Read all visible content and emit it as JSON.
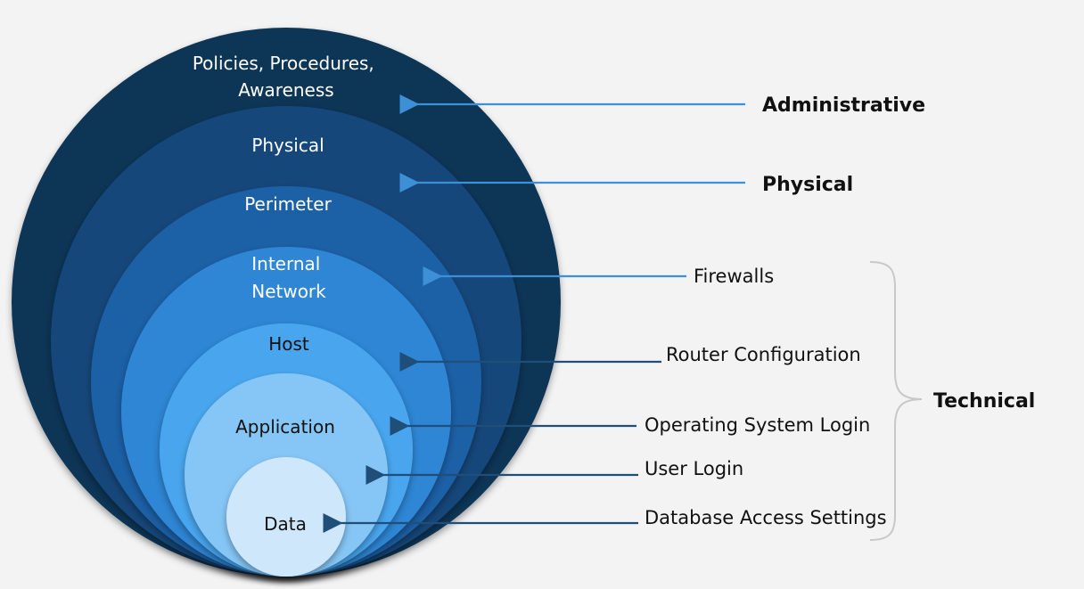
{
  "layers": [
    {
      "lines": [
        "Policies, Procedures,",
        "Awareness"
      ],
      "fill": "#0f3557",
      "text_color": "#ffffff"
    },
    {
      "lines": [
        "Physical"
      ],
      "fill": "#12477a",
      "text_color": "#ffffff"
    },
    {
      "lines": [
        "Perimeter"
      ],
      "fill": "#1a61a6",
      "text_color": "#ffffff"
    },
    {
      "lines": [
        "Internal",
        "Network"
      ],
      "fill": "#2f86d4",
      "text_color": "#ffffff"
    },
    {
      "lines": [
        "Host"
      ],
      "fill": "#4aa6ee",
      "text_color": "#111111"
    },
    {
      "lines": [
        "Application"
      ],
      "fill": "#86c6f6",
      "text_color": "#111111"
    },
    {
      "lines": [
        "Data"
      ],
      "fill": "#cfe7fb",
      "text_color": "#111111"
    }
  ],
  "categories": {
    "administrative": "Administrative",
    "physical": "Physical",
    "technical": "Technical"
  },
  "controls": [
    "Firewalls",
    "Router Configuration",
    "Operating System Login",
    "User Login",
    "Database Access Settings"
  ],
  "colors": {
    "background": "#f3f3f3",
    "arrow_light": "#3d8fd6",
    "arrow_dark": "#1f4e79",
    "brace": "#c8c8c8"
  }
}
